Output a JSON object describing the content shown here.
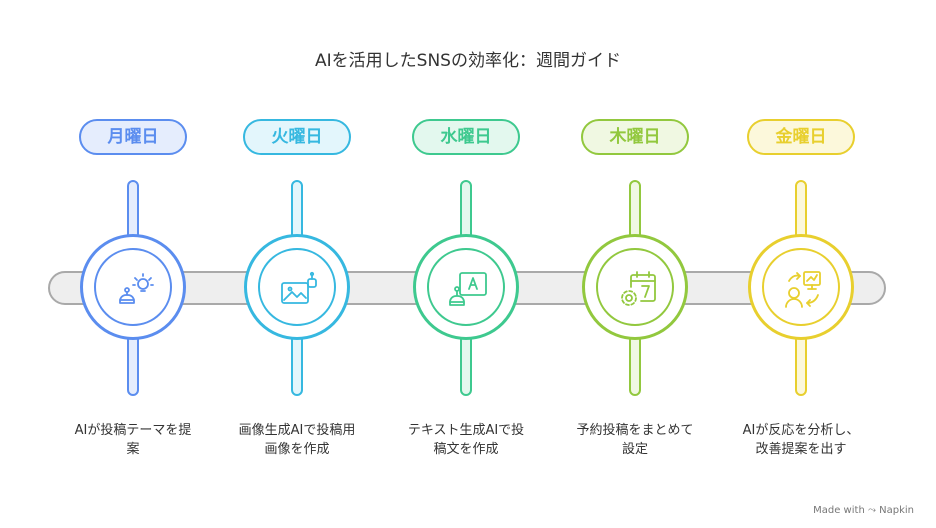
{
  "title": "AIを活用したSNSの効率化：週間ガイド",
  "steps": [
    {
      "day": "月曜日",
      "desc": "AIが投稿テーマを提\n案",
      "icon": "robot-lightbulb-icon",
      "color": "#5b8def",
      "fill": "#e5edfd"
    },
    {
      "day": "火曜日",
      "desc": "画像生成AIで投稿用\n画像を作成",
      "icon": "image-robot-icon",
      "color": "#36b8e0",
      "fill": "#e3f6fc"
    },
    {
      "day": "水曜日",
      "desc": "テキスト生成AIで投\n稿文を作成",
      "icon": "robot-text-icon",
      "color": "#3ec98f",
      "fill": "#e3f8ee"
    },
    {
      "day": "木曜日",
      "desc": "予約投稿をまとめて\n設定",
      "icon": "calendar-gear-icon",
      "color": "#92c83e",
      "fill": "#f0f8e2"
    },
    {
      "day": "金曜日",
      "desc": "AIが反応を分析し、\n改善提案を出す",
      "icon": "analysis-person-icon",
      "color": "#e8cf2e",
      "fill": "#fcf8db"
    }
  ],
  "footer": "Made with ⤳ Napkin"
}
